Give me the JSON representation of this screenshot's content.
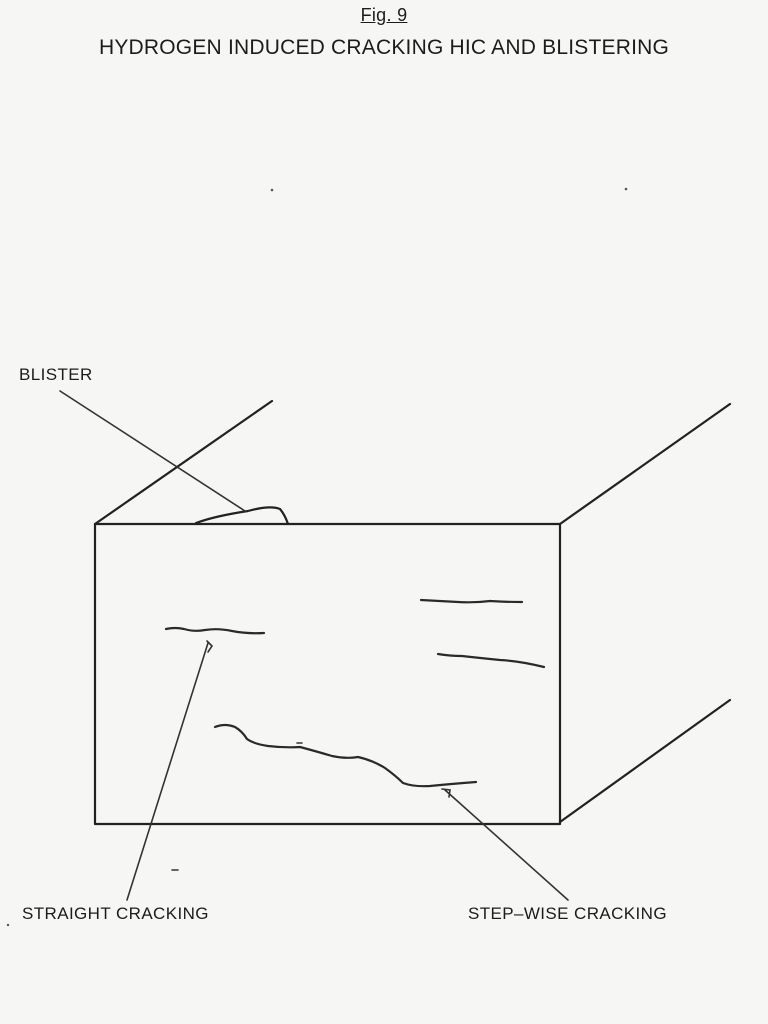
{
  "figure": {
    "label": "Fig. 9",
    "title": "HYDROGEN INDUCED CRACKING HIC AND BLISTERING"
  },
  "labels": {
    "blister": "BLISTER",
    "straight_cracking": "STRAIGHT CRACKING",
    "step_wise_cracking": "STEP–WISE CRACKING"
  },
  "colors": {
    "paper": "#f6f6f4",
    "ink": "#222222"
  }
}
